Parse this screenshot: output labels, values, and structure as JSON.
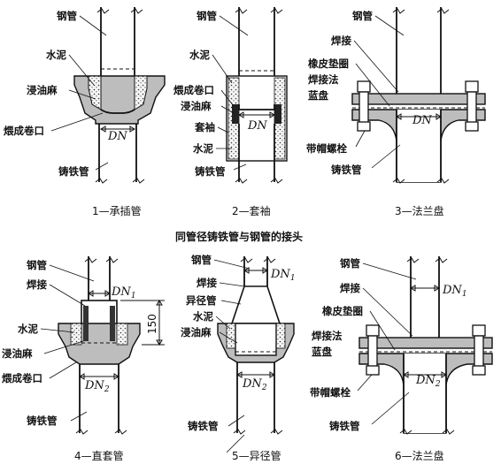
{
  "title": "同管径铸铁管与钢管的接头",
  "panels": [
    {
      "caption": "1—承插管",
      "labels": {
        "steel": "钢管",
        "cement": "水泥",
        "oakum": "浸油麻",
        "lead": "煨成卷口",
        "dn": "DN",
        "cast": "铸铁管"
      }
    },
    {
      "caption": "2—套袖",
      "labels": {
        "steel": "钢管",
        "cement": "水泥",
        "lead": "煨成卷口",
        "oakum": "浸油麻",
        "sleeve": "套袖",
        "cement2": "水泥",
        "dn": "DN",
        "cast": "铸铁管"
      }
    },
    {
      "caption": "3—法兰盘",
      "labels": {
        "steel": "钢管",
        "weld": "焊接",
        "gasket": "橡皮垫圈",
        "weldflange": "焊接法",
        "blue": "蓝盘",
        "dn": "DN",
        "bolt": "带帽螺栓",
        "cast": "铸铁管"
      }
    },
    {
      "caption": "4—直套管",
      "labels": {
        "steel": "钢管",
        "weld": "焊接",
        "cement": "水泥",
        "oakum": "浸油麻",
        "lead": "煨成卷口",
        "dn1": "DN",
        "dn1sub": "1",
        "dn2": "DN",
        "dn2sub": "2",
        "dim": "150",
        "cast": "铸铁管"
      }
    },
    {
      "caption": "5—异径管",
      "labels": {
        "steel": "钢管",
        "weld": "焊接",
        "reducer": "异径管",
        "cement": "水泥",
        "oakum": "浸油麻",
        "dn1": "DN",
        "dn1sub": "1",
        "dn2": "DN",
        "dn2sub": "2",
        "cast": "铸铁管"
      }
    },
    {
      "caption": "6—法兰盘",
      "labels": {
        "steel": "钢管",
        "weld": "焊接",
        "gasket": "橡皮垫圈",
        "weldflange": "焊接法",
        "blue": "蓝盘",
        "dn1": "DN",
        "dn1sub": "1",
        "dn2": "DN",
        "dn2sub": "2",
        "bolt": "带帽螺栓",
        "cast": "铸铁管"
      }
    }
  ]
}
